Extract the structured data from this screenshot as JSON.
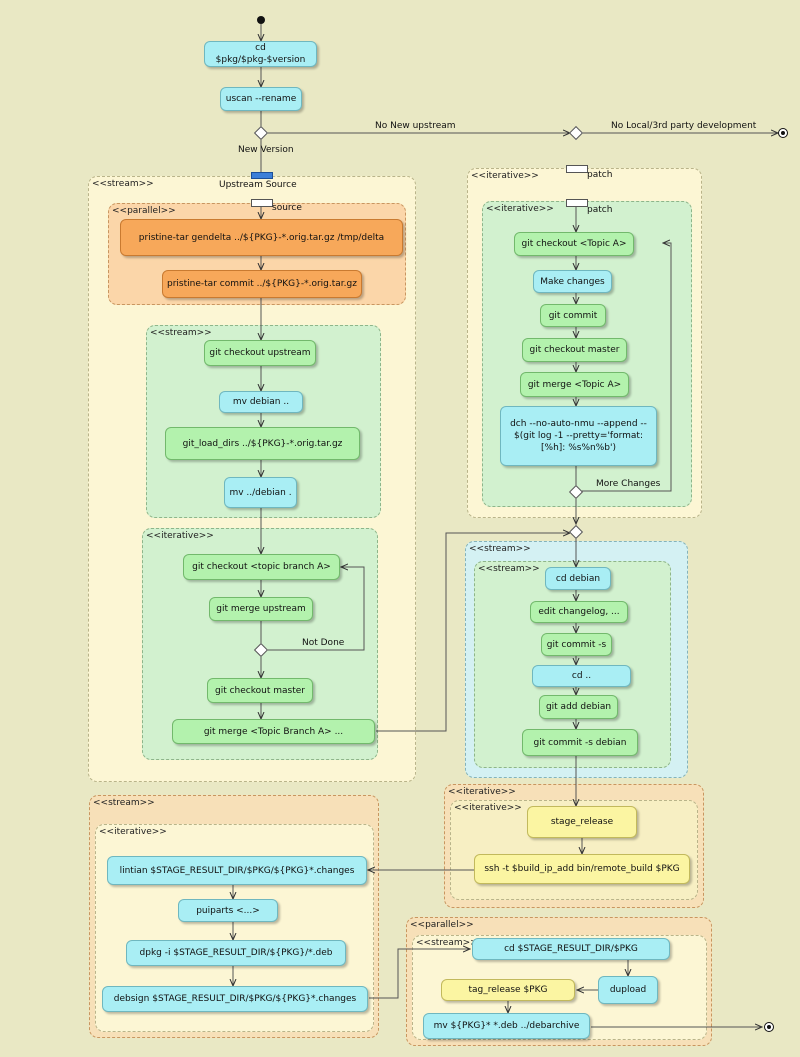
{
  "stereotypes": {
    "stream": "<<stream>>",
    "parallel": "<<parallel>>",
    "iterative": "<<iterative>>"
  },
  "labels": {
    "no_new_upstream": "No New upstream",
    "no_local_dev": "No Local/3rd party development",
    "new_version": "New Version",
    "upstream_source": "Upstream Source",
    "source": "source",
    "patch": "patch",
    "not_done": "Not Done",
    "more_changes": "More Changes"
  },
  "nodes": {
    "cd_pkg": "cd $pkg/$pkg-$version",
    "uscan": "uscan --rename",
    "pristine_gendelta": "pristine-tar gendelta ../${PKG}-*.orig.tar.gz /tmp/delta",
    "pristine_commit": "pristine-tar commit ../${PKG}-*.orig.tar.gz",
    "git_checkout_upstream": "git checkout upstream",
    "mv_debian": "mv debian ..",
    "git_load_dirs": "git_load_dirs ../${PKG}-*.orig.tar.gz",
    "mv_back_debian": "mv ../debian .",
    "git_checkout_topic_branch": "git checkout <topic branch A>",
    "git_merge_upstream": "git merge upstream",
    "git_checkout_master_1": "git checkout master",
    "git_merge_topic_branch": "git merge <Topic Branch A> ...",
    "git_checkout_topic_a": "git checkout <Topic A>",
    "make_changes": "Make changes",
    "git_commit_1": "git commit",
    "git_checkout_master_2": "git checkout master",
    "git_merge_topic_a": "git merge <Topic A>",
    "dch": "dch --no-auto-nmu --append -- $(git log -1 --pretty='format: [%h]: %s%n%b')",
    "cd_debian": "cd debian",
    "edit_changelog": "edit changelog, ...",
    "git_commit_s": "git commit -s",
    "cd_up": "cd ..",
    "git_add_debian": "git add debian",
    "git_commit_s_debian": "git commit -s debian",
    "stage_release": "stage_release",
    "ssh_build": "ssh -t $build_ip_add bin/remote_build $PKG",
    "lintian": "lintian $STAGE_RESULT_DIR/$PKG/${PKG}*.changes",
    "puiparts": "puiparts <...>",
    "dpkg_i": "dpkg -i $STAGE_RESULT_DIR/${PKG}/*.deb",
    "debsign": "debsign $STAGE_RESULT_DIR/$PKG/${PKG}*.changes",
    "cd_stage_result": "cd $STAGE_RESULT_DIR/$PKG",
    "tag_release": "tag_release $PKG",
    "dupload": "dupload",
    "mv_debarchive": "mv ${PKG}* *.deb ../debarchive"
  },
  "colors": {
    "background": "#e9e8c4",
    "cyan_action": "#a9eef4",
    "green_action": "#b3f2ad",
    "orange_action": "#f7a85a",
    "yellow_action": "#fbf5a2"
  }
}
